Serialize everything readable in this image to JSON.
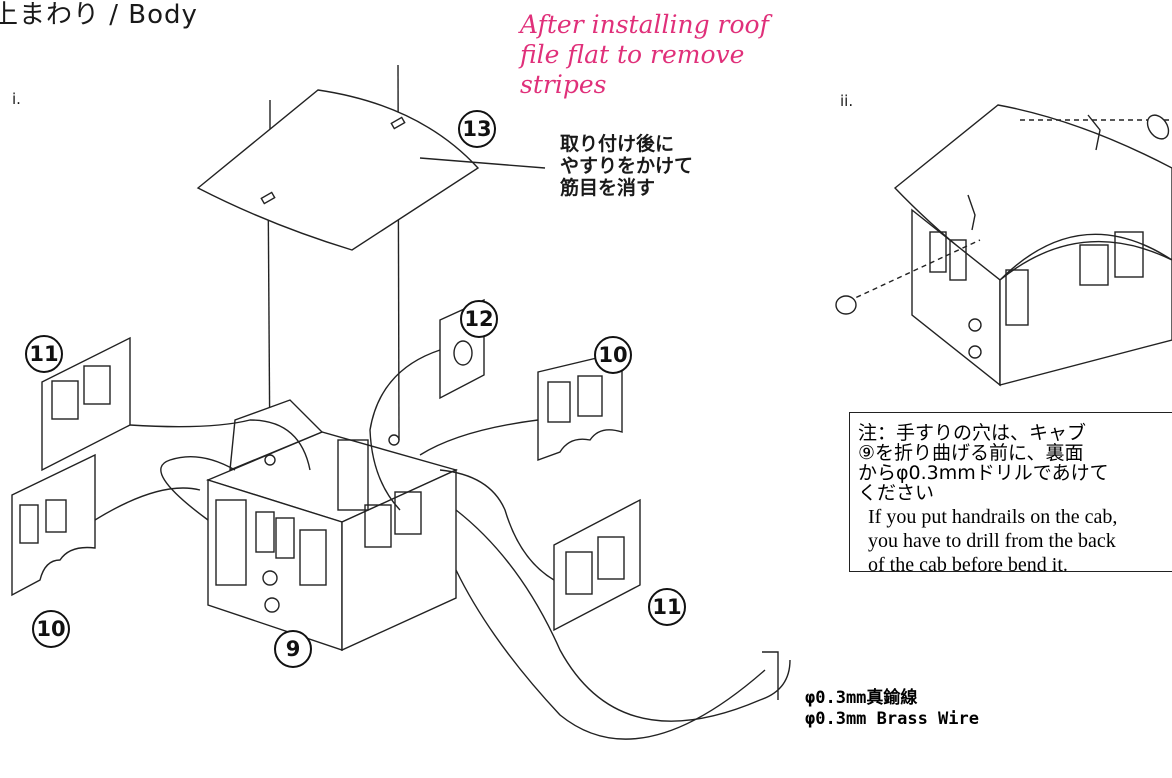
{
  "header": {
    "section_title": "上まわり / Body"
  },
  "steps": {
    "step_i": "i.",
    "step_ii": "ii."
  },
  "handwritten_note": "After installing roof\nfile flat to remove\nstripes",
  "roof_note_jp": "取り付け後に\nやすりをかけて\n筋目を消す",
  "part_numbers": {
    "p9": "9",
    "p10_right": "10",
    "p10_left": "10",
    "p11_left": "11",
    "p11_right": "11",
    "p12": "12",
    "p13": "13"
  },
  "caution": {
    "jp": "注：手すりの穴は、キャブ\n⑨を折り曲げる前に、裏面\nからφ0.3mmドリルであけて\nください",
    "en": "If you put handrails on the cab,\nyou have to drill from the back\nof the cab before bend it."
  },
  "wire_label": {
    "jp": "φ0.3mm真鍮線",
    "en": "φ0.3mm Brass Wire"
  },
  "ink_color": "#1a1a1a",
  "handwriting_color": "#e0307a"
}
